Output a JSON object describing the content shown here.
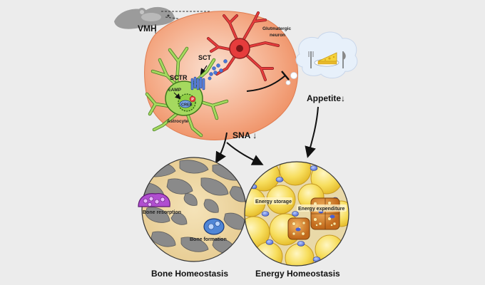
{
  "colors": {
    "background": "#ececec",
    "brain_region": "#f29f7b",
    "astrocyte": "#a5d95f",
    "neuron": "#e63c3c",
    "bone_matrix": "#f2dcae",
    "fat_cell": "#f7de5e"
  },
  "labels": {
    "vmh": "VMH",
    "glutamatergic_neuron": "Glutmatergic\nneuron",
    "sct": "SCT",
    "sctr": "SCTR",
    "camp": "cAMP",
    "creb": "CREB",
    "creb_p": "P",
    "astrocyte": "Astrocyte",
    "appetite": "Appetite↓",
    "sna": "SNA ↓",
    "bone_resorption": "Bone resorption",
    "bone_formation": "Bone formation",
    "energy_storage": "Energy storage",
    "energy_expenditure": "Energy expenditure",
    "bone_homeostasis": "Bone Homeostasis",
    "energy_homeostasis": "Energy Homeostasis"
  },
  "icons": {
    "mouse": "mouse-brain-icon",
    "food": "cheese-plate-icon"
  }
}
